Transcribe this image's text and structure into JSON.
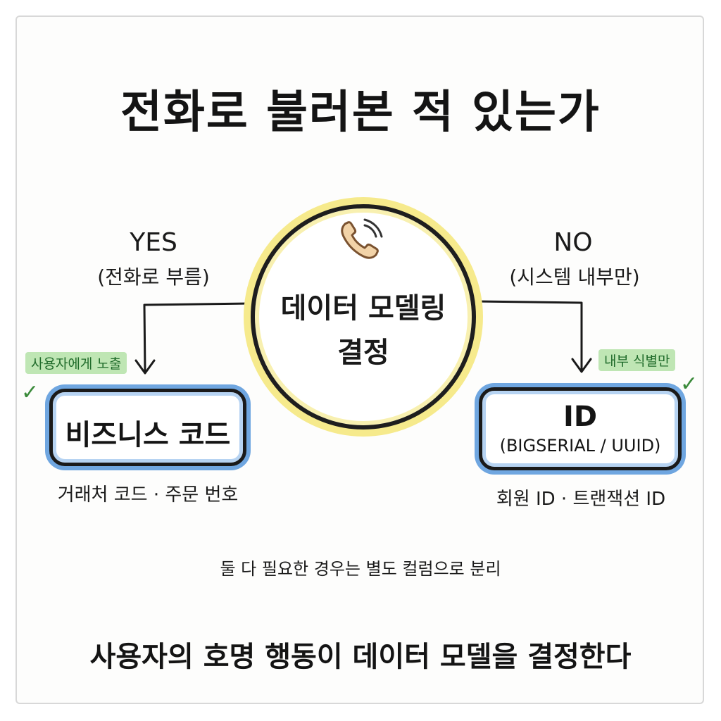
{
  "title": "전화로 불러본 적 있는가",
  "center": {
    "line1": "데이터 모델링",
    "line2": "결정",
    "icon": "phone-icon"
  },
  "yes_branch": {
    "label": "YES",
    "sub": "(전화로 부름)",
    "tag": "사용자에게 노출",
    "box_title": "비즈니스 코드",
    "examples": "거래처 코드 · 주문 번호"
  },
  "no_branch": {
    "label": "NO",
    "sub": "(시스템 내부만)",
    "tag": "내부 식별만",
    "box_title": "ID",
    "box_sub": "(BIGSERIAL / UUID)",
    "examples": "회원 ID · 트랜잭션 ID"
  },
  "note": "둘 다 필요한 경우는 별도 컬럼으로 분리",
  "conclusion": "사용자의 호명 행동이 데이터 모델을 결정한다",
  "colors": {
    "circle_highlight": "#f6ea8c",
    "box_highlight": "#6fa6e0",
    "tag_bg": "#bfe6b4",
    "check": "#3a8a3a",
    "underline": "#f4b05c"
  }
}
